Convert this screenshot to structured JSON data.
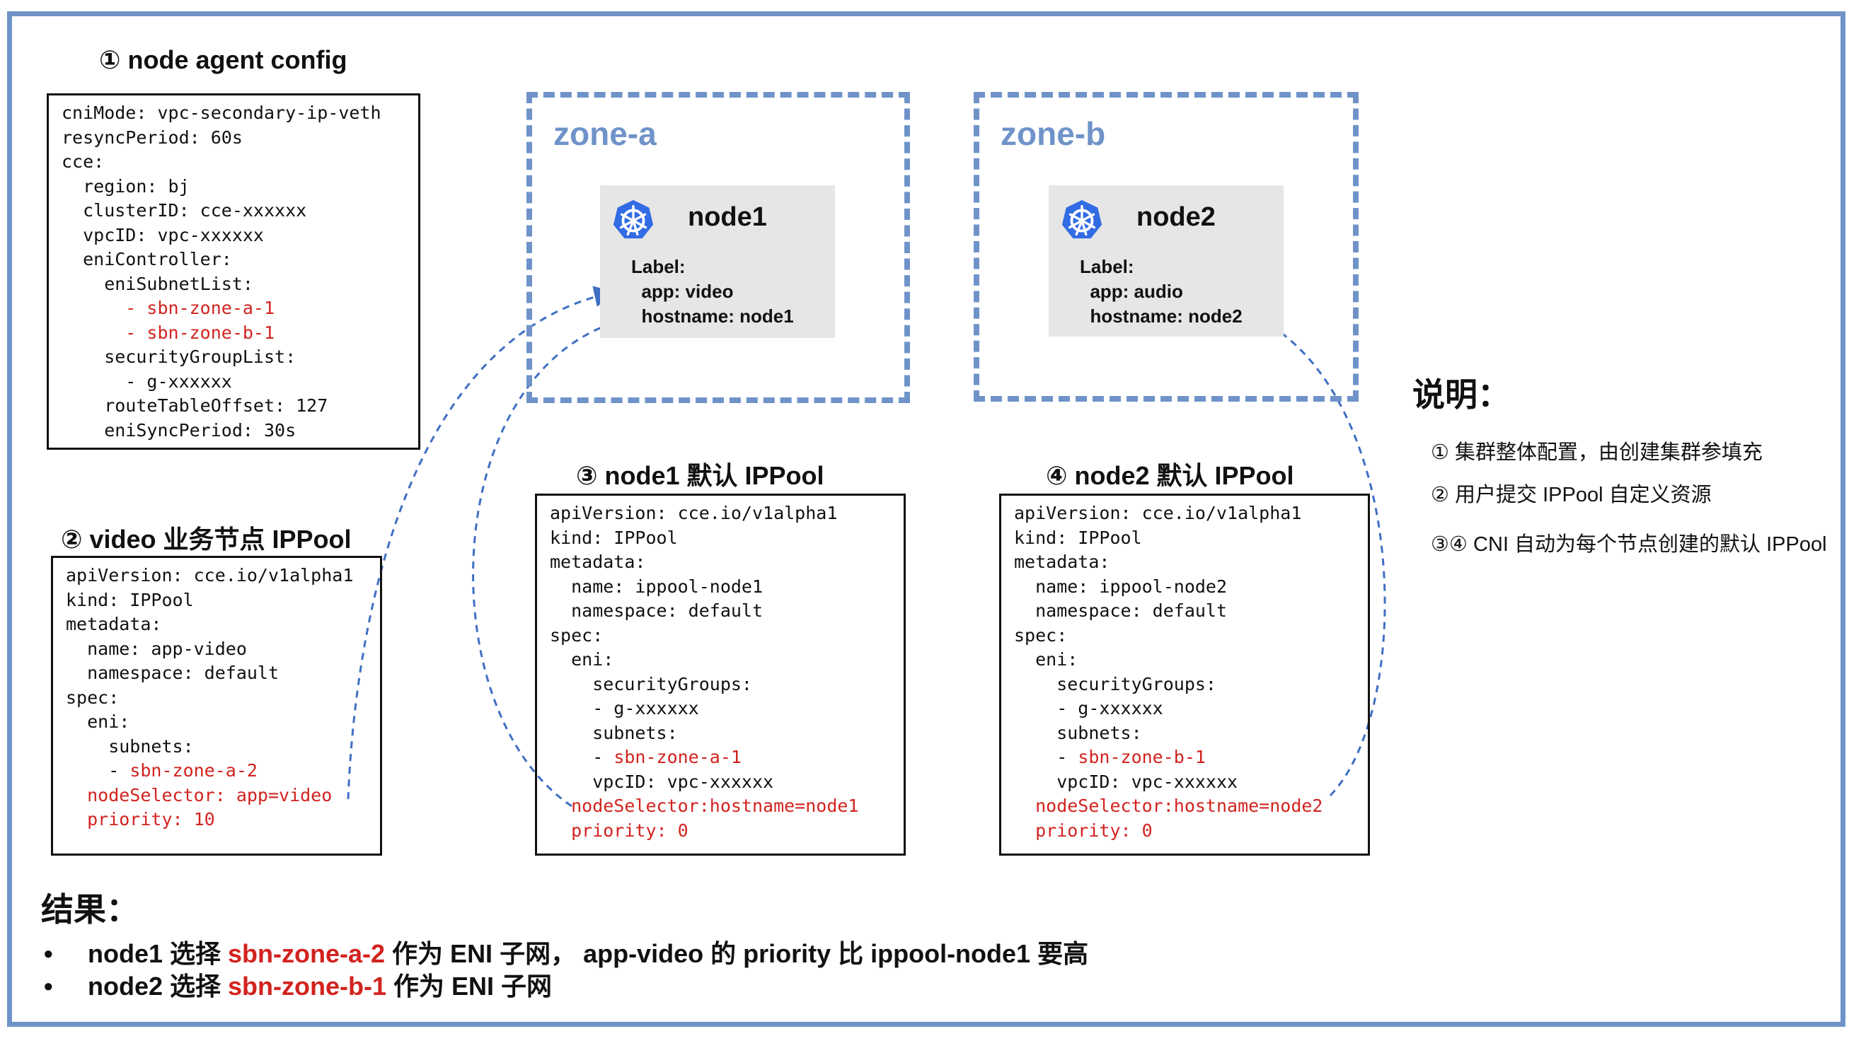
{
  "config": {
    "title": "① node agent config",
    "lines": [
      {
        "text": "cniMode: vpc-secondary-ip-veth",
        "red": false
      },
      {
        "text": "resyncPeriod: 60s",
        "red": false
      },
      {
        "text": "cce:",
        "red": false
      },
      {
        "text": "  region: bj",
        "red": false
      },
      {
        "text": "  clusterID: cce-xxxxxx",
        "red": false
      },
      {
        "text": "  vpcID: vpc-xxxxxx",
        "red": false
      },
      {
        "text": "  eniController:",
        "red": false
      },
      {
        "text": "    eniSubnetList:",
        "red": false
      },
      {
        "text": "      - sbn-zone-a-1",
        "red": true
      },
      {
        "text": "      - sbn-zone-b-1",
        "red": true
      },
      {
        "text": "    securityGroupList:",
        "red": false
      },
      {
        "text": "      - g-xxxxxx",
        "red": false
      },
      {
        "text": "    routeTableOffset: 127",
        "red": false
      },
      {
        "text": "    eniSyncPeriod: 30s",
        "red": false
      }
    ]
  },
  "video_pool": {
    "title": "② video 业务节点 IPPool",
    "lines": [
      {
        "text": "apiVersion: cce.io/v1alpha1",
        "red": false
      },
      {
        "text": "kind: IPPool",
        "red": false
      },
      {
        "text": "metadata:",
        "red": false
      },
      {
        "text": "  name: app-video",
        "red": false
      },
      {
        "text": "  namespace: default",
        "red": false
      },
      {
        "text": "spec:",
        "red": false
      },
      {
        "text": "  eni:",
        "red": false
      },
      {
        "text": "    subnets:",
        "red": false
      },
      {
        "text": "    - sbn-zone-a-2",
        "red": false,
        "red_part": "sbn-zone-a-2",
        "prefix": "    - "
      },
      {
        "text": "  nodeSelector: app=video",
        "red": true
      },
      {
        "text": "  priority: 10",
        "red": true
      }
    ]
  },
  "node1_pool": {
    "title": "③ node1 默认 IPPool",
    "lines": [
      {
        "text": "apiVersion: cce.io/v1alpha1",
        "red": false
      },
      {
        "text": "kind: IPPool",
        "red": false
      },
      {
        "text": "metadata:",
        "red": false
      },
      {
        "text": "  name: ippool-node1",
        "red": false
      },
      {
        "text": "  namespace: default",
        "red": false
      },
      {
        "text": "spec:",
        "red": false
      },
      {
        "text": "  eni:",
        "red": false
      },
      {
        "text": "    securityGroups:",
        "red": false
      },
      {
        "text": "    - g-xxxxxx",
        "red": false
      },
      {
        "text": "    subnets:",
        "red": false
      },
      {
        "text": "    - sbn-zone-a-1",
        "red": false,
        "red_part": "sbn-zone-a-1",
        "prefix": "    - "
      },
      {
        "text": "    vpcID: vpc-xxxxxx",
        "red": false
      },
      {
        "text": "  nodeSelector:hostname=node1",
        "red": true
      },
      {
        "text": "  priority: 0",
        "red": true
      }
    ]
  },
  "node2_pool": {
    "title": "④ node2 默认 IPPool",
    "lines": [
      {
        "text": "apiVersion: cce.io/v1alpha1",
        "red": false
      },
      {
        "text": "kind: IPPool",
        "red": false
      },
      {
        "text": "metadata:",
        "red": false
      },
      {
        "text": "  name: ippool-node2",
        "red": false
      },
      {
        "text": "  namespace: default",
        "red": false
      },
      {
        "text": "spec:",
        "red": false
      },
      {
        "text": "  eni:",
        "red": false
      },
      {
        "text": "    securityGroups:",
        "red": false
      },
      {
        "text": "    - g-xxxxxx",
        "red": false
      },
      {
        "text": "    subnets:",
        "red": false
      },
      {
        "text": "    - sbn-zone-b-1",
        "red": false,
        "red_part": "sbn-zone-b-1",
        "prefix": "    - "
      },
      {
        "text": "    vpcID: vpc-xxxxxx",
        "red": false
      },
      {
        "text": "  nodeSelector:hostname=node2",
        "red": true
      },
      {
        "text": "  priority: 0",
        "red": true
      }
    ]
  },
  "zone_a": {
    "label": "zone-a",
    "node": {
      "name": "node1",
      "label_title": "Label:",
      "labels": "  app: video\n  hostname: node1"
    }
  },
  "zone_b": {
    "label": "zone-b",
    "node": {
      "name": "node2",
      "label_title": "Label:",
      "labels": "  app: audio\n  hostname: node2"
    }
  },
  "notes": {
    "heading": "说明：",
    "items": [
      "① 集群整体配置，由创建集群参填充",
      "② 用户提交 IPPool 自定义资源",
      "③④ CNI 自动为每个节点创建的默认 IPPool"
    ]
  },
  "result": {
    "heading": "结果：",
    "bullet1": {
      "before": "node1 选择 ",
      "highlight": "sbn-zone-a-2",
      "after": " 作为 ENI 子网， app-video 的 priority 比 ippool-node1 要高"
    },
    "bullet2": {
      "before": "node2 选择 ",
      "highlight": "sbn-zone-b-1",
      "after": " 作为 ENI 子网"
    },
    "bullet_char": "•"
  },
  "colors": {
    "accent": "#6f93c9",
    "highlight": "#d2231f",
    "node_bg": "#e6e6e6",
    "k8s_blue": "#326ce5"
  },
  "icons": {
    "node": "kubernetes-icon"
  }
}
